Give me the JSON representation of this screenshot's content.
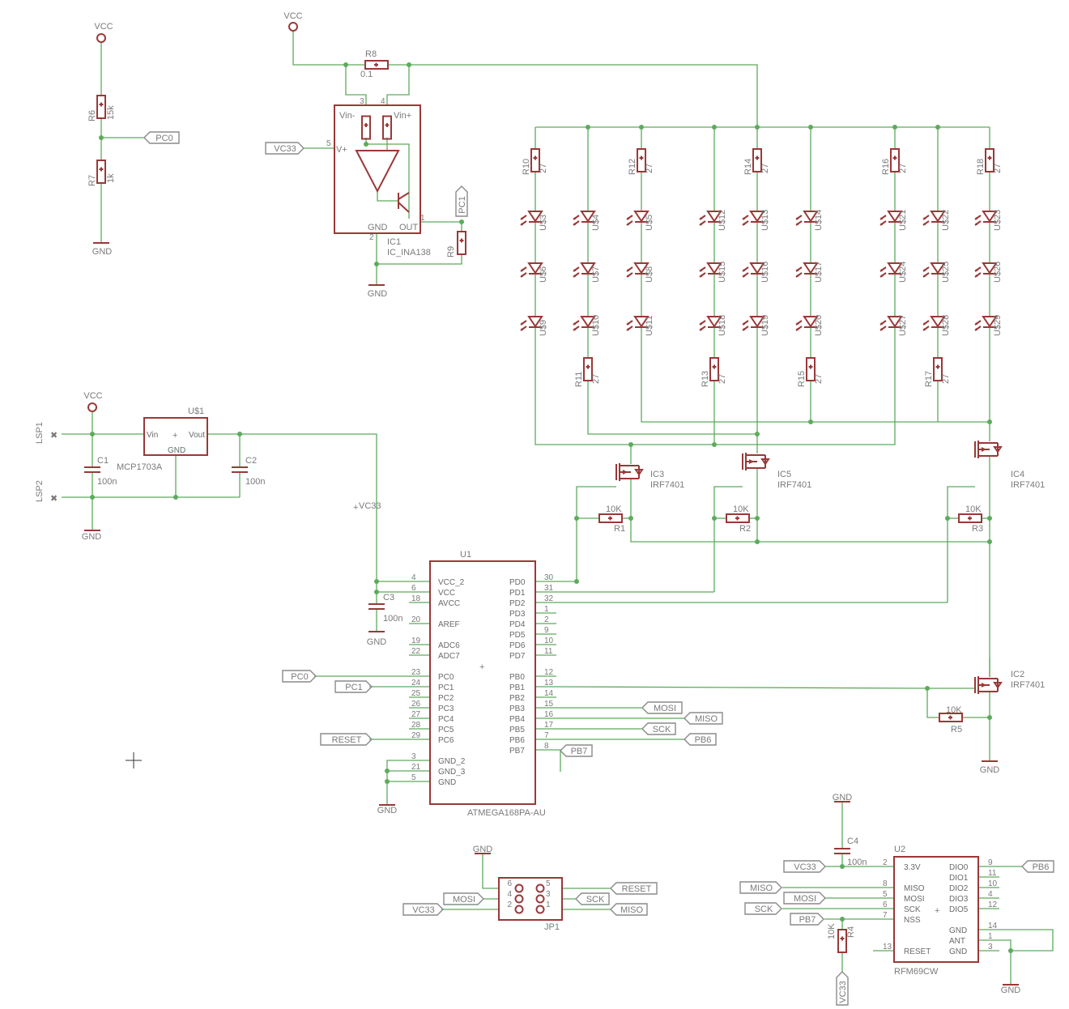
{
  "power": {
    "vcc": "VCC",
    "gnd": "GND",
    "vc33": "VC33"
  },
  "nets": {
    "pc0": "PC0",
    "pc1": "PC1",
    "reset": "RESET",
    "mosi": "MOSI",
    "miso": "MISO",
    "sck": "SCK",
    "pb6": "PB6",
    "pb7": "PB7"
  },
  "divider": {
    "r6": "R6",
    "r6v": "15k",
    "r7": "R7",
    "r7v": "1k"
  },
  "sense": {
    "r8": "R8",
    "r8v": "0.1",
    "ic1": "IC1",
    "ic1v": "IC_INA138",
    "r9": "R9",
    "vin_m": "Vin-",
    "vin_p": "Vin+",
    "vplus": "V+",
    "gndl": "GND",
    "out": "OUT",
    "p1": "1",
    "p2": "2",
    "p3": "3",
    "p4": "4",
    "p5": "5"
  },
  "leds": {
    "res_top": [
      {
        "n": "R10",
        "v": "27"
      },
      {
        "n": "R12",
        "v": "27"
      },
      {
        "n": "R14",
        "v": "27"
      },
      {
        "n": "R16",
        "v": "27"
      },
      {
        "n": "R18",
        "v": "27"
      }
    ],
    "res_bot": [
      {
        "n": "R11",
        "v": "27"
      },
      {
        "n": "R13",
        "v": "27"
      },
      {
        "n": "R15",
        "v": "27"
      },
      {
        "n": "R17",
        "v": "27"
      }
    ],
    "row1": [
      "U$3",
      "U$4",
      "U$5",
      "U$12",
      "U$13",
      "U$14",
      "U$21",
      "U$22",
      "U$23"
    ],
    "row2": [
      "U$6",
      "U$7",
      "U$8",
      "U$15",
      "U$16",
      "U$17",
      "U$24",
      "U$25",
      "U$26"
    ],
    "row3": [
      "U$9",
      "U$10",
      "U$11",
      "U$18",
      "U$19",
      "U$20",
      "U$27",
      "U$28",
      "U$29"
    ]
  },
  "reg": {
    "lsp1": "LSP1",
    "lsp2": "LSP2",
    "c1": "C1",
    "c1v": "100n",
    "c2": "C2",
    "c2v": "100n",
    "u": "U$1",
    "uv": "MCP1703A",
    "vin": "Vin",
    "vout": "Vout",
    "gndp": "GND"
  },
  "fets": {
    "ic3": "IC3",
    "ic3v": "IRF7401",
    "ic5": "IC5",
    "ic5v": "IRF7401",
    "ic4": "IC4",
    "ic4v": "IRF7401",
    "ic2": "IC2",
    "ic2v": "IRF7401",
    "r1": "R1",
    "r1v": "10K",
    "r2": "R2",
    "r2v": "10K",
    "r3": "R3",
    "r3v": "10K",
    "r5": "R5",
    "r5v": "10K"
  },
  "mcu": {
    "name": "U1",
    "value": "ATMEGA168PA-AU",
    "c3": "C3",
    "c3v": "100n",
    "left": [
      {
        "num": "4",
        "lab": "VCC_2"
      },
      {
        "num": "6",
        "lab": "VCC"
      },
      {
        "num": "18",
        "lab": "AVCC"
      },
      {
        "num": "20",
        "lab": "AREF"
      },
      {
        "num": "19",
        "lab": "ADC6"
      },
      {
        "num": "22",
        "lab": "ADC7"
      },
      {
        "num": "23",
        "lab": "PC0"
      },
      {
        "num": "24",
        "lab": "PC1"
      },
      {
        "num": "25",
        "lab": "PC2"
      },
      {
        "num": "26",
        "lab": "PC3"
      },
      {
        "num": "27",
        "lab": "PC4"
      },
      {
        "num": "28",
        "lab": "PC5"
      },
      {
        "num": "29",
        "lab": "PC6"
      },
      {
        "num": "3",
        "lab": "GND_2"
      },
      {
        "num": "21",
        "lab": "GND_3"
      },
      {
        "num": "5",
        "lab": "GND"
      }
    ],
    "right": [
      {
        "num": "30",
        "lab": "PD0"
      },
      {
        "num": "31",
        "lab": "PD1"
      },
      {
        "num": "32",
        "lab": "PD2"
      },
      {
        "num": "1",
        "lab": "PD3"
      },
      {
        "num": "2",
        "lab": "PD4"
      },
      {
        "num": "9",
        "lab": "PD5"
      },
      {
        "num": "10",
        "lab": "PD6"
      },
      {
        "num": "11",
        "lab": "PD7"
      },
      {
        "num": "12",
        "lab": "PB0"
      },
      {
        "num": "13",
        "lab": "PB1"
      },
      {
        "num": "14",
        "lab": "PB2"
      },
      {
        "num": "15",
        "lab": "PB3"
      },
      {
        "num": "16",
        "lab": "PB4"
      },
      {
        "num": "17",
        "lab": "PB5"
      },
      {
        "num": "7",
        "lab": "PB6"
      },
      {
        "num": "8",
        "lab": "PB7"
      }
    ]
  },
  "jp1": {
    "name": "JP1",
    "pins": [
      "6",
      "5",
      "4",
      "3",
      "2",
      "1"
    ]
  },
  "radio": {
    "name": "U2",
    "value": "RFM69CW",
    "c4": "C4",
    "c4v": "100n",
    "r4": "R4",
    "r4v": "10K",
    "left": [
      {
        "num": "2",
        "lab": "3.3V"
      },
      {
        "num": "8",
        "lab": "MISO"
      },
      {
        "num": "5",
        "lab": "MOSI"
      },
      {
        "num": "6",
        "lab": "SCK"
      },
      {
        "num": "7",
        "lab": "NSS"
      },
      {
        "num": "13",
        "lab": "RESET"
      }
    ],
    "right": [
      {
        "num": "9",
        "lab": "DIO0"
      },
      {
        "num": "11",
        "lab": "DIO1"
      },
      {
        "num": "10",
        "lab": "DIO2"
      },
      {
        "num": "4",
        "lab": "DIO3"
      },
      {
        "num": "12",
        "lab": "DIO5"
      },
      {
        "num": "14",
        "lab": "GND"
      },
      {
        "num": "1",
        "lab": "ANT"
      },
      {
        "num": "3",
        "lab": "GND"
      }
    ]
  }
}
